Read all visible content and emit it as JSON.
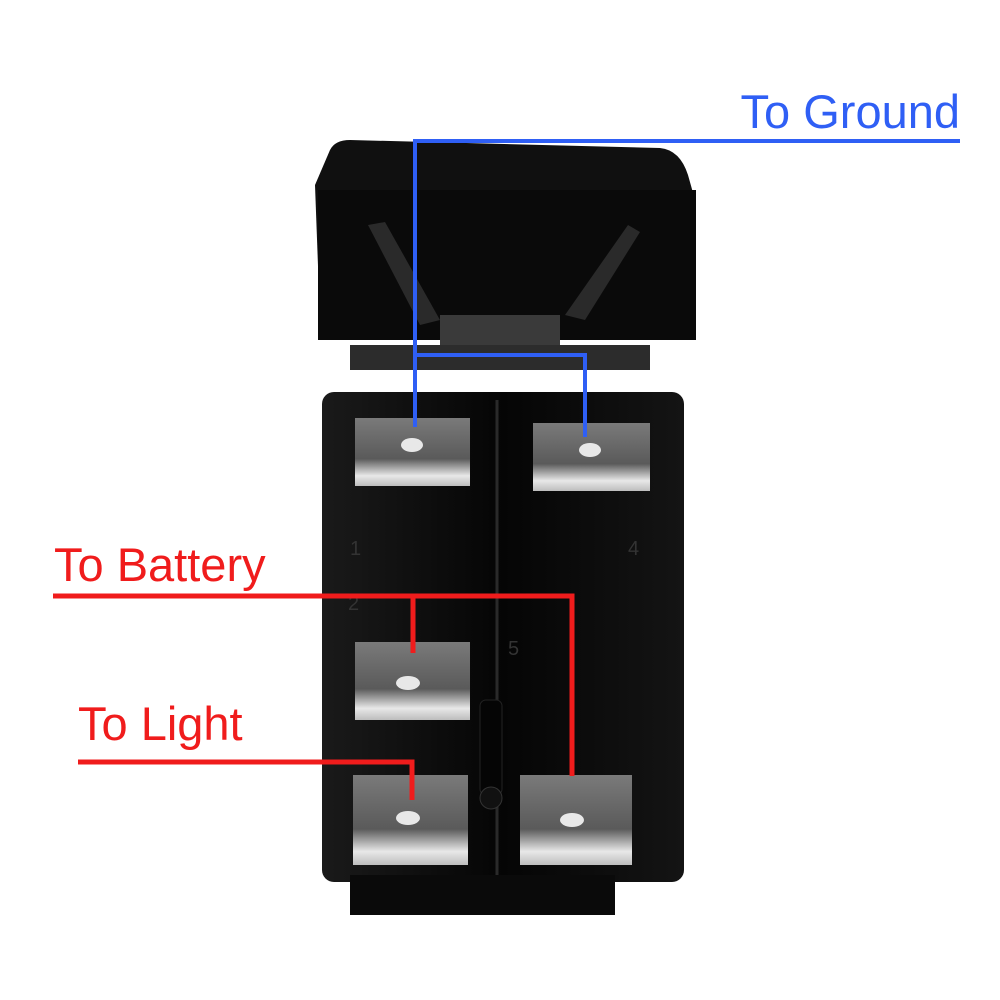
{
  "labels": {
    "ground": "To Ground",
    "battery": "To Battery",
    "light": "To Light"
  },
  "pin_numbers": [
    "1",
    "2",
    "4",
    "5"
  ],
  "colors": {
    "ground_line": "#2f5ff5",
    "power_line": "#f01c1c",
    "switch_body": "#0c0c0c",
    "terminal": "#c9c9c9"
  }
}
